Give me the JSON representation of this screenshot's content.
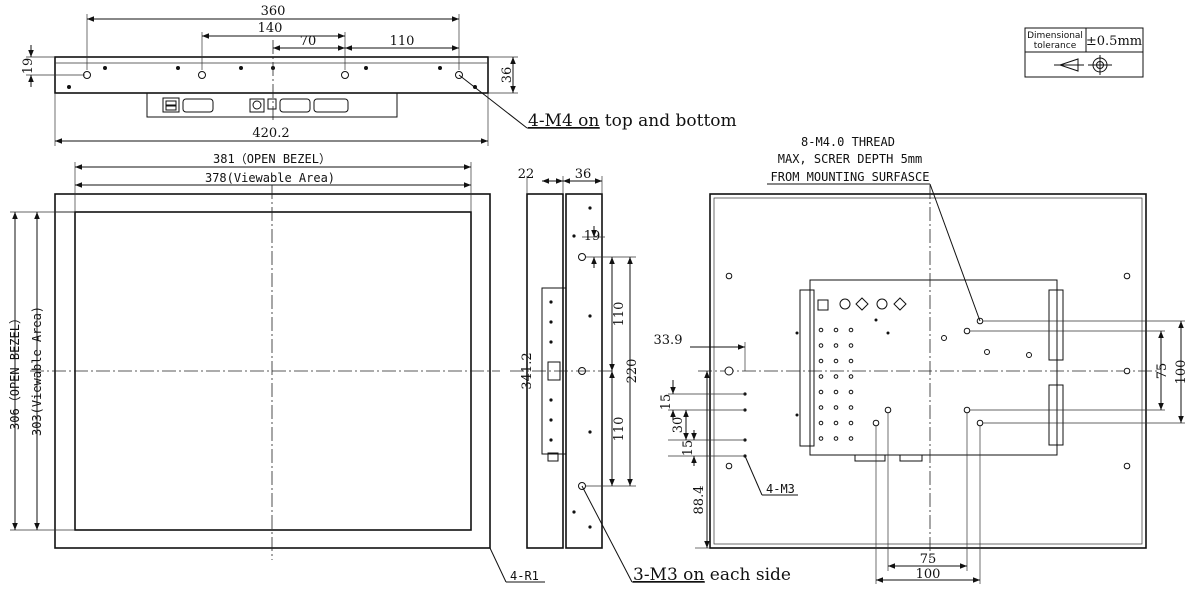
{
  "tolerance_box": {
    "label_line1": "Dimensional",
    "label_line2": "tolerance",
    "value": "±0.5mm"
  },
  "top_view": {
    "dim_360": "360",
    "dim_140": "140",
    "dim_70": "70",
    "dim_110": "110",
    "dim_19": "19",
    "dim_36": "36",
    "dim_420": "420.2",
    "callout_underlined": "4-M4 on",
    "callout_rest": " top and bottom"
  },
  "front_view": {
    "dim_open_bezel_w": "381（OPEN BEZEL）",
    "dim_viewable_w": "378(Viewable Area)",
    "dim_open_bezel_h": "306（OPEN BEZEL）",
    "dim_viewable_h": "303(Viewable Area)",
    "corner_label": "4-R1"
  },
  "side_view": {
    "dim_22": "22",
    "dim_36": "36",
    "dim_19": "19",
    "dim_341": "341.2",
    "dim_110_top": "110",
    "dim_220": "220",
    "dim_110_bottom": "110",
    "callout_underlined": "3-M3 on",
    "callout_rest": " each side"
  },
  "rear_view": {
    "thread_note_1": "8-M4.0 THREAD",
    "thread_note_2": "MAX, SCRER DEPTH 5mm",
    "thread_note_3": "FROM MOUNTING SURFASCE",
    "dim_33_9": "33.9",
    "dim_15_top": "15",
    "dim_30": "30",
    "dim_15_bottom": "15",
    "dim_88_4": "88.4",
    "m3_label": "4-M3",
    "dim_75_right": "75",
    "dim_100_right": "100",
    "dim_75_bottom": "75",
    "dim_100_bottom": "100"
  }
}
